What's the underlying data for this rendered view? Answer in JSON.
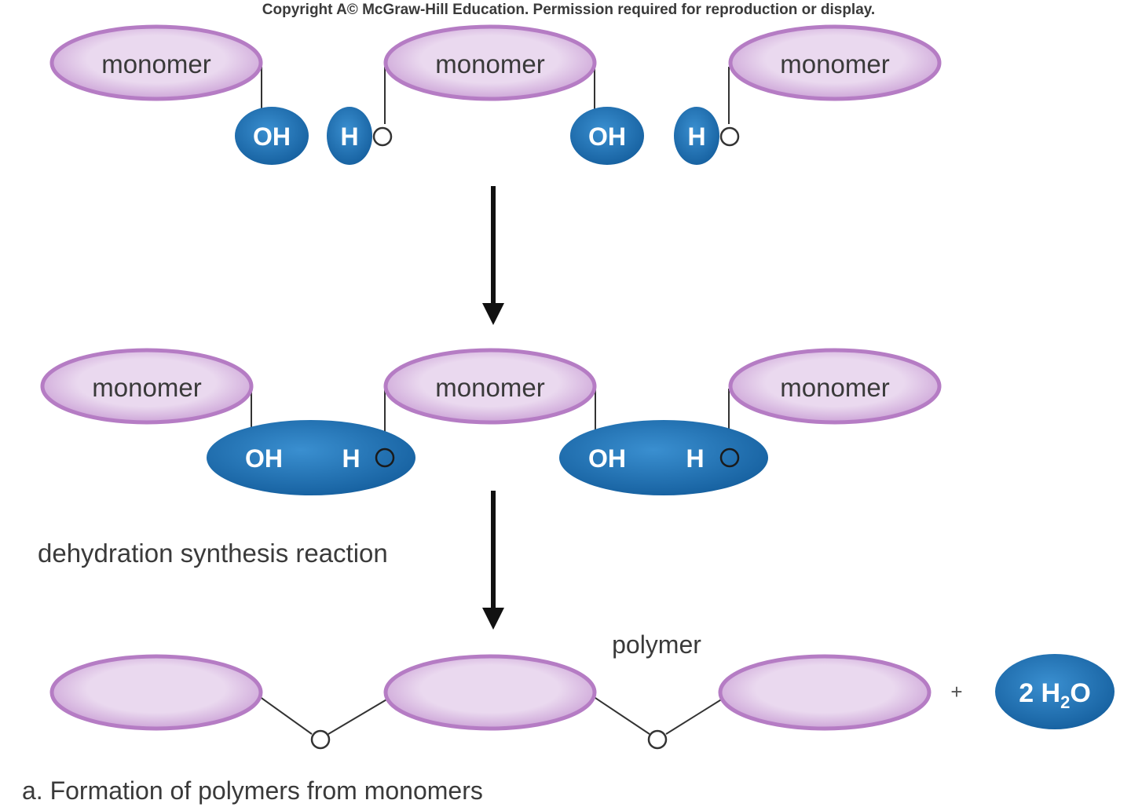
{
  "copyright": "Copyright A© McGraw-Hill Education. Permission required for reproduction or display.",
  "monomer_label": "monomer",
  "groups": {
    "hydroxyl": "OH",
    "hydrogen": "H"
  },
  "process_label": "dehydration synthesis reaction",
  "product_label": "polymer",
  "plus_sign": "+",
  "water": {
    "coefficient_and_element": "2 H",
    "subscript": "2",
    "element_after": "O"
  },
  "caption": "a. Formation of polymers from monomers",
  "colors": {
    "monomer_fill": "#e6d3ec",
    "monomer_stroke": "#b57cc4",
    "group_fill": "#1f6fb3",
    "group_text": "#ffffff",
    "text": "#3a3a3a"
  }
}
